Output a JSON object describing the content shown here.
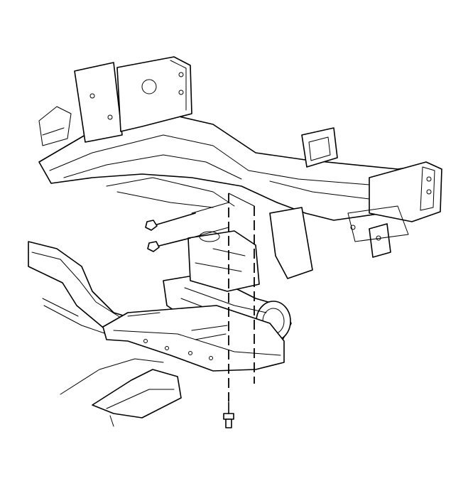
{
  "figure": {
    "type": "technical-line-illustration",
    "subject": "exhaust-shield-mounting-to-underbody-frame",
    "icons": {
      "frame": "vehicle-frame-crossmember-illustration",
      "converter": "catalytic-converter-illustration",
      "shield": "heat-shield-panel-illustration",
      "fasteners": [
        "upper-nut-icon",
        "middle-nut-icon",
        "lower-bolt-icon"
      ],
      "alignment": "dashed-alignment-line-icon"
    },
    "colors": {
      "line": "#000000",
      "background": "#ffffff"
    }
  }
}
